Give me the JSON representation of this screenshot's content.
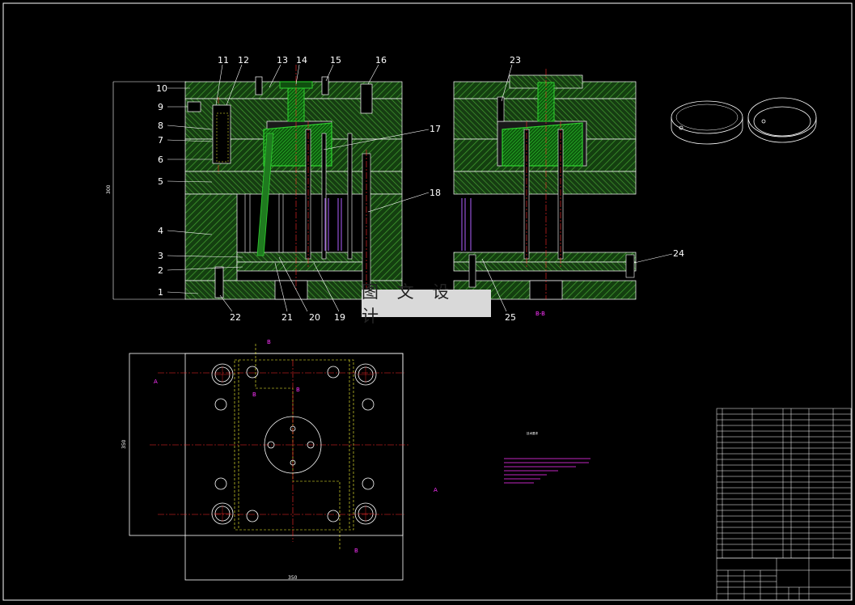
{
  "drawing": {
    "part_numbers_main": [
      "1",
      "2",
      "3",
      "4",
      "5",
      "6",
      "7",
      "8",
      "9",
      "10",
      "11",
      "12",
      "13",
      "14",
      "15",
      "16",
      "17",
      "18",
      "19",
      "20",
      "21",
      "22"
    ],
    "part_numbers_side": [
      "23",
      "24",
      "25"
    ],
    "overall_height_dim": "300",
    "plan_width_dim": "350",
    "plan_height_dim": "350",
    "section_marks": [
      "A",
      "A",
      "B",
      "B",
      "B",
      "B",
      "B-B"
    ],
    "watermark": "图 文 设 计",
    "notes_title": "技术要求",
    "colors": {
      "background": "#000000",
      "lines": "#ffffff",
      "hatch": "#3a8a2a",
      "part": "#2fd12f",
      "center": "#ff2b2b",
      "hidden": "#ffff33",
      "note": "#ff33ff",
      "purple": "#a050ff"
    }
  }
}
